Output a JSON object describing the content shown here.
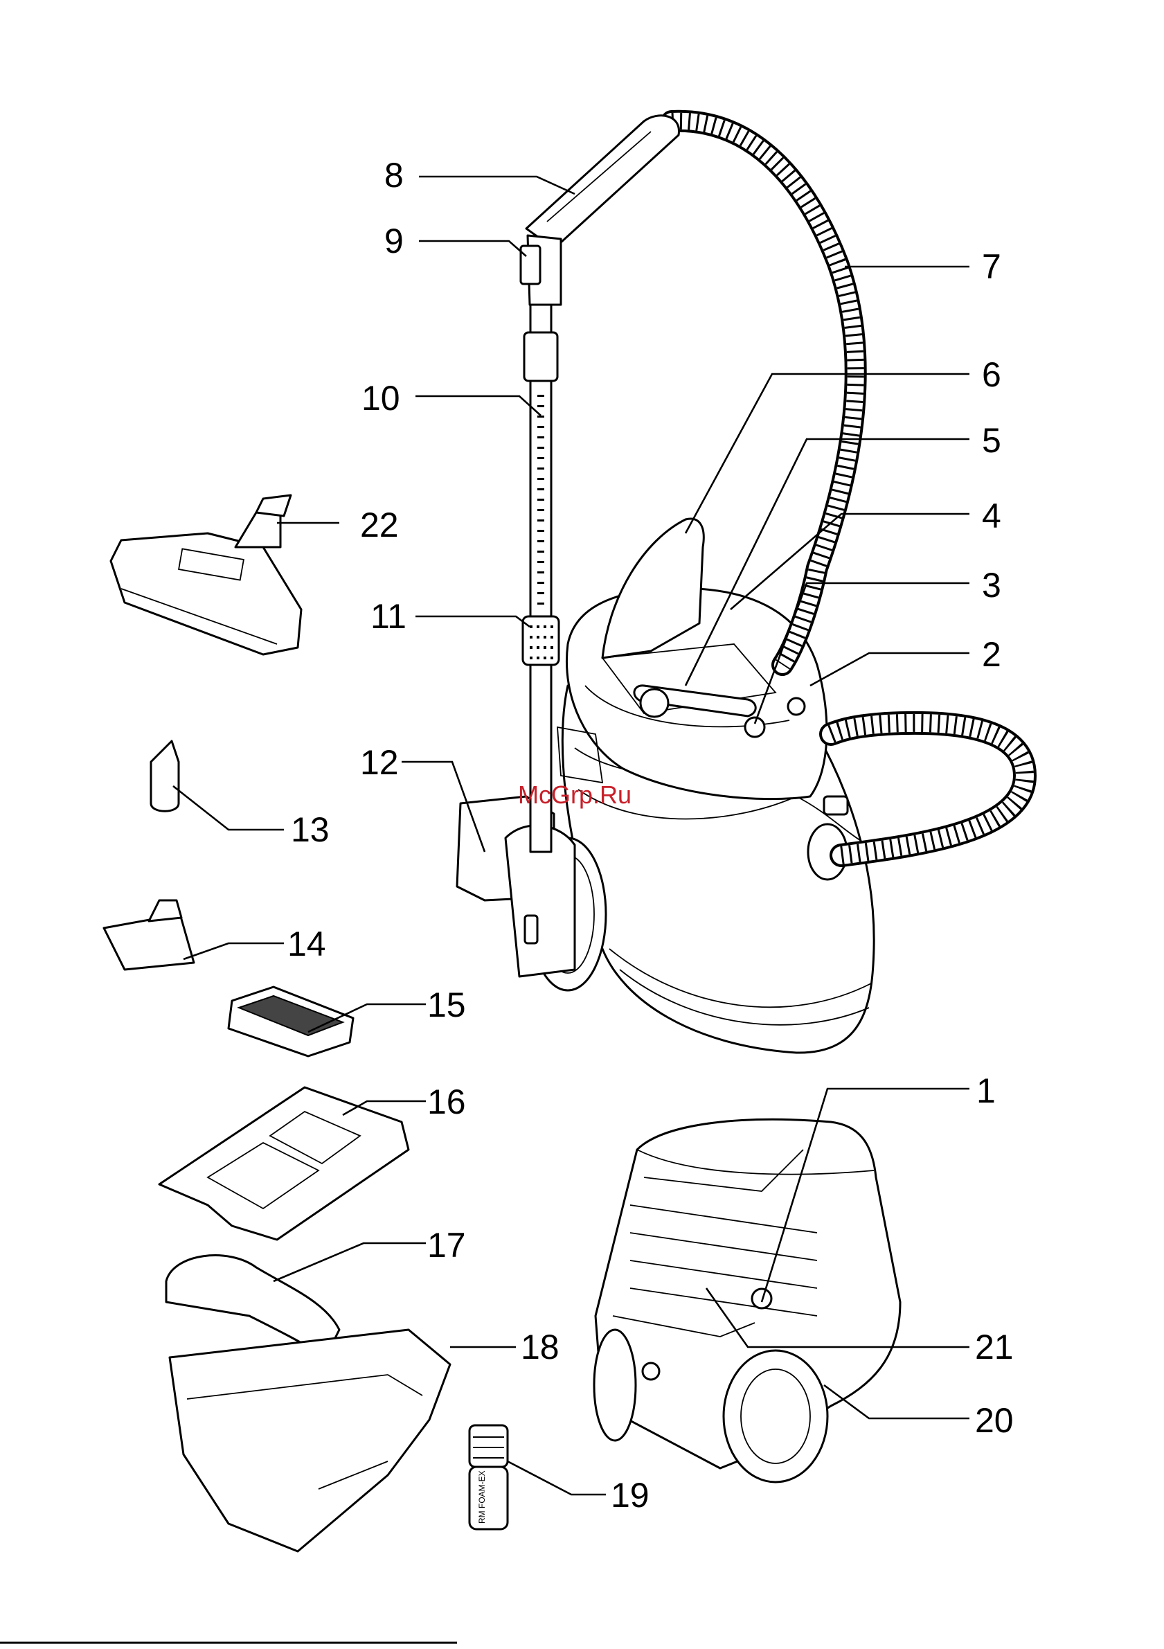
{
  "callouts": [
    "1",
    "2",
    "3",
    "4",
    "5",
    "6",
    "7",
    "8",
    "9",
    "10",
    "11",
    "12",
    "13",
    "14",
    "15",
    "16",
    "17",
    "18",
    "19",
    "20",
    "21",
    "22"
  ],
  "watermark": "McGrp.Ru",
  "bottle_label": "RM FOAM-EX"
}
